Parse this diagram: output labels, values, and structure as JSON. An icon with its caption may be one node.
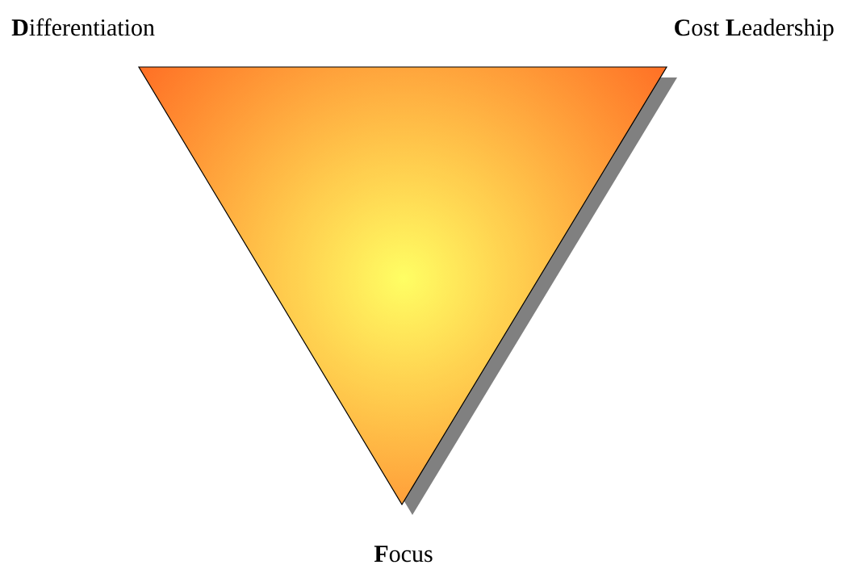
{
  "diagram": {
    "labels": [
      "**D**ifferentiation",
      "**C**ost **L**eadership",
      "**F**ocus"
    ]
  }
}
